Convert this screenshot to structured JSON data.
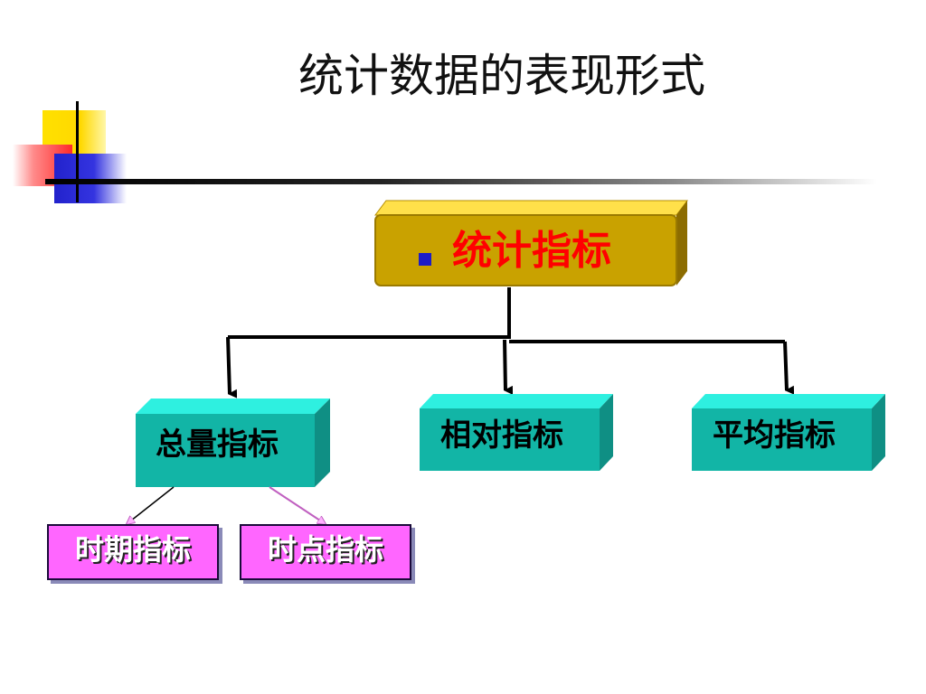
{
  "title": "统计数据的表现形式",
  "root": {
    "label": "统计指标"
  },
  "children": [
    {
      "label": "总量指标"
    },
    {
      "label": "相对指标"
    },
    {
      "label": "平均指标"
    }
  ],
  "subchildren": [
    {
      "label": "时期指标"
    },
    {
      "label": "时点指标"
    }
  ],
  "colors": {
    "root_fill": "#c9a200",
    "root_label": "#ff0000",
    "teal_fill": "#12b5a6",
    "pink_fill": "#ff66ff"
  }
}
